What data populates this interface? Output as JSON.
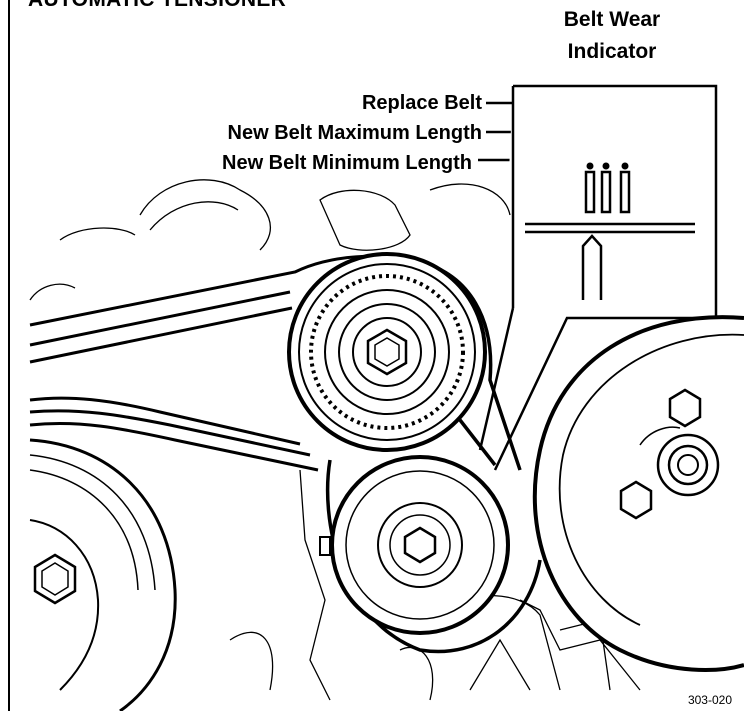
{
  "title": "AUTOMATIC TENSIONER",
  "indicator": {
    "heading_line1": "Belt Wear",
    "heading_line2": "Indicator"
  },
  "labels": {
    "replace": "Replace Belt",
    "max_length": "New Belt Maximum Length",
    "min_length": "New Belt Minimum Length"
  },
  "figure_code": "303-020"
}
